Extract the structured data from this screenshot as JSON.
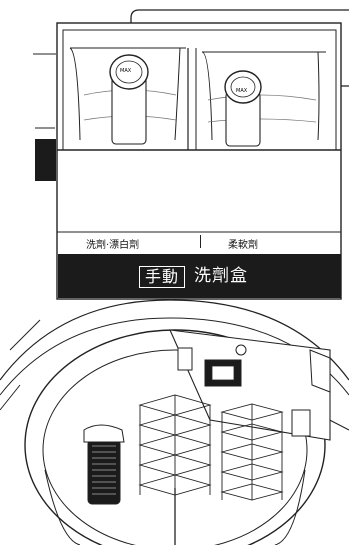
{
  "dispenser": {
    "label_left": "洗劑·漂白劑",
    "label_right": "柔軟劑",
    "badge": "手動",
    "title": "洗劑盒"
  },
  "cap_text": {
    "left": "MAX",
    "right": "MAX"
  },
  "colors": {
    "band": "#1b1b1b",
    "outline": "#222222",
    "background": "#ffffff"
  }
}
